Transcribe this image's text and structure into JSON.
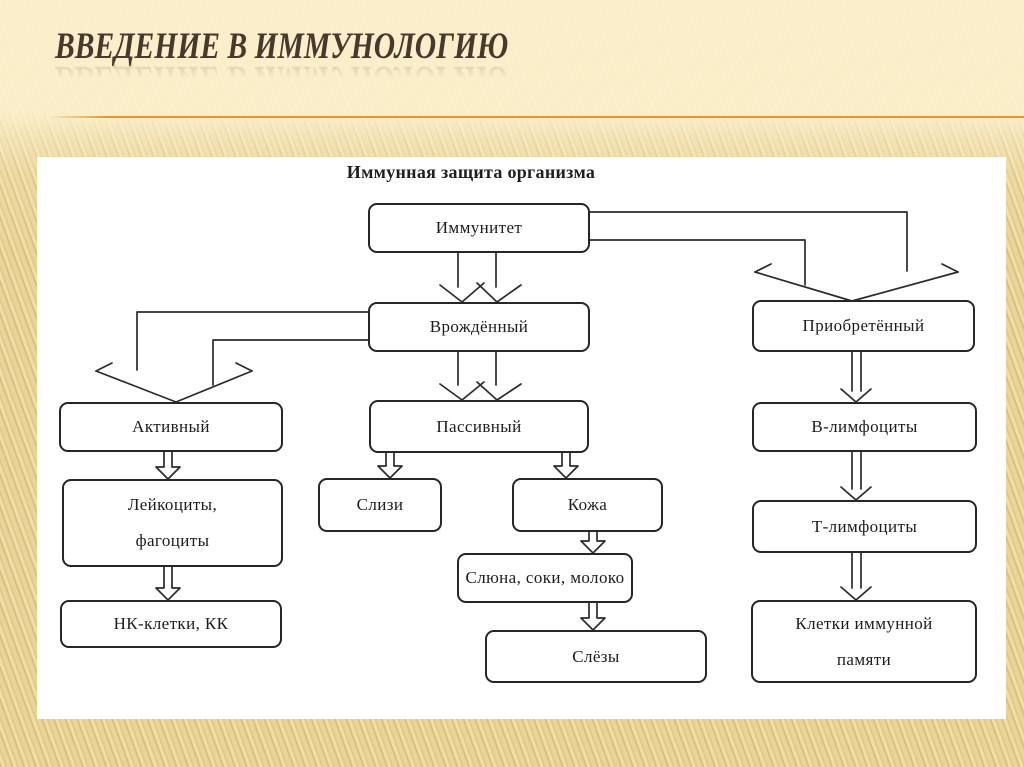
{
  "slide": {
    "title": "ВВЕДЕНИЕ В ИММУНОЛОГИЮ"
  },
  "diagram": {
    "title": "Иммунная защита организма",
    "nodes": [
      {
        "id": "immunity",
        "label": "Иммунитет"
      },
      {
        "id": "innate",
        "label": "Врождённый"
      },
      {
        "id": "acquired",
        "label": "Приобретённый"
      },
      {
        "id": "active",
        "label": "Активный"
      },
      {
        "id": "passive",
        "label": "Пассивный"
      },
      {
        "id": "b-lymphocytes",
        "label": "В-лимфоциты"
      },
      {
        "id": "t-lymphocytes",
        "label": "Т-лимфоциты"
      },
      {
        "id": "leukocytes-phagocytes",
        "label": "Лейкоциты, фагоциты",
        "lines": [
          "Лейкоциты,",
          "фагоциты"
        ]
      },
      {
        "id": "nk-cells",
        "label": "НК-клетки, КК"
      },
      {
        "id": "mucus",
        "label": "Слизи"
      },
      {
        "id": "skin",
        "label": "Кожа"
      },
      {
        "id": "saliva-juices-milk",
        "label": "Слюна, соки, молоко"
      },
      {
        "id": "tears",
        "label": "Слёзы"
      },
      {
        "id": "immune-memory-cells",
        "label": "Клетки иммунной памяти",
        "lines": [
          "Клетки иммунной",
          "памяти"
        ]
      }
    ],
    "edges": [
      {
        "from": "Иммунитет",
        "to": "Врождённый",
        "style": "double-line-open-arrows"
      },
      {
        "from": "Иммунитет",
        "to": "Приобретённый",
        "style": "bent-hollow-arrow"
      },
      {
        "from": "Врождённый",
        "to": "Активный",
        "style": "bent-hollow-arrow"
      },
      {
        "from": "Врождённый",
        "to": "Пассивный",
        "style": "double-line-open-arrows"
      },
      {
        "from": "Приобретённый",
        "to": "В-лимфоциты",
        "style": "narrow-hollow-arrow"
      },
      {
        "from": "В-лимфоциты",
        "to": "Т-лимфоциты",
        "style": "narrow-hollow-arrow"
      },
      {
        "from": "Т-лимфоциты",
        "to": "Клетки иммунной памяти",
        "style": "narrow-hollow-arrow"
      },
      {
        "from": "Активный",
        "to": "Лейкоциты, фагоциты",
        "style": "narrow-hollow-arrow"
      },
      {
        "from": "Лейкоциты, фагоциты",
        "to": "НК-клетки, КК",
        "style": "narrow-hollow-arrow"
      },
      {
        "from": "Пассивный",
        "to": "Слизи",
        "style": "narrow-hollow-arrow"
      },
      {
        "from": "Пассивный",
        "to": "Кожа",
        "style": "narrow-hollow-arrow"
      },
      {
        "from": "Кожа",
        "to": "Слюна, соки, молоко",
        "style": "narrow-hollow-arrow"
      },
      {
        "from": "Слюна, соки, молоко",
        "to": "Слёзы",
        "style": "narrow-hollow-arrow"
      }
    ]
  },
  "colors": {
    "background_cream": "#FBF0CB",
    "background_tan": "#E5CE91",
    "divider_orange": "#E3952F",
    "title_brown": "#463A2F",
    "panel_white": "#FFFFFF",
    "diagram_ink": "#2B2B2B"
  }
}
